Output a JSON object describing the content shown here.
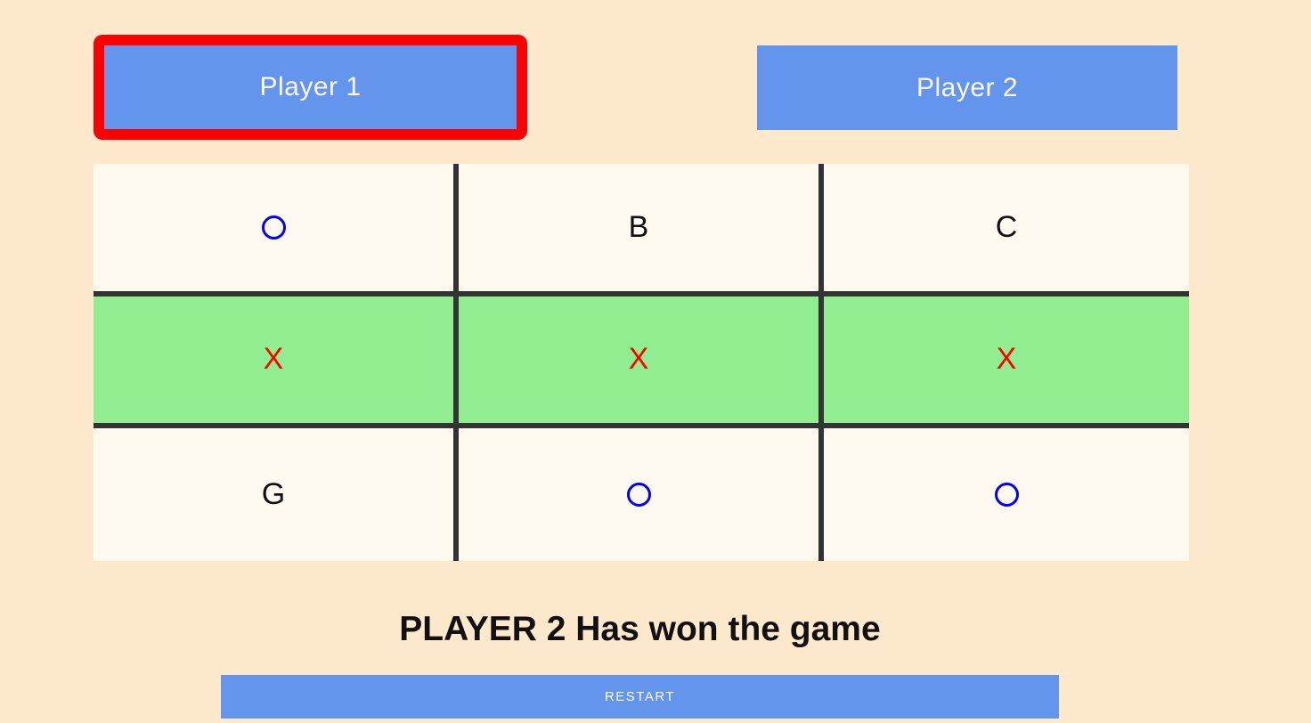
{
  "players": {
    "player1_label": "Player 1",
    "player2_label": "Player 2",
    "active_player": "Player 1"
  },
  "board": {
    "rows": 3,
    "cols": 3,
    "winning_row": 1,
    "cells": [
      {
        "value": "O",
        "type": "o",
        "winning": false
      },
      {
        "value": "B",
        "type": "letter",
        "winning": false
      },
      {
        "value": "C",
        "type": "letter",
        "winning": false
      },
      {
        "value": "X",
        "type": "x",
        "winning": true
      },
      {
        "value": "X",
        "type": "x",
        "winning": true
      },
      {
        "value": "X",
        "type": "x",
        "winning": true
      },
      {
        "value": "G",
        "type": "letter",
        "winning": false
      },
      {
        "value": "O",
        "type": "o",
        "winning": false
      },
      {
        "value": "O",
        "type": "o",
        "winning": false
      }
    ]
  },
  "status": {
    "message": "PLAYER 2 Has won the game"
  },
  "restart": {
    "label": "RESTART"
  },
  "colors": {
    "background": "#ffe9cc",
    "cell_background": "#fffaf0",
    "winning_cell_background": "#90ee90",
    "button_blue": "#6495ed",
    "active_player_border": "#ff0000",
    "grid_line": "#333333",
    "x_mark": "#ff0000",
    "o_mark": "#0000ff"
  }
}
